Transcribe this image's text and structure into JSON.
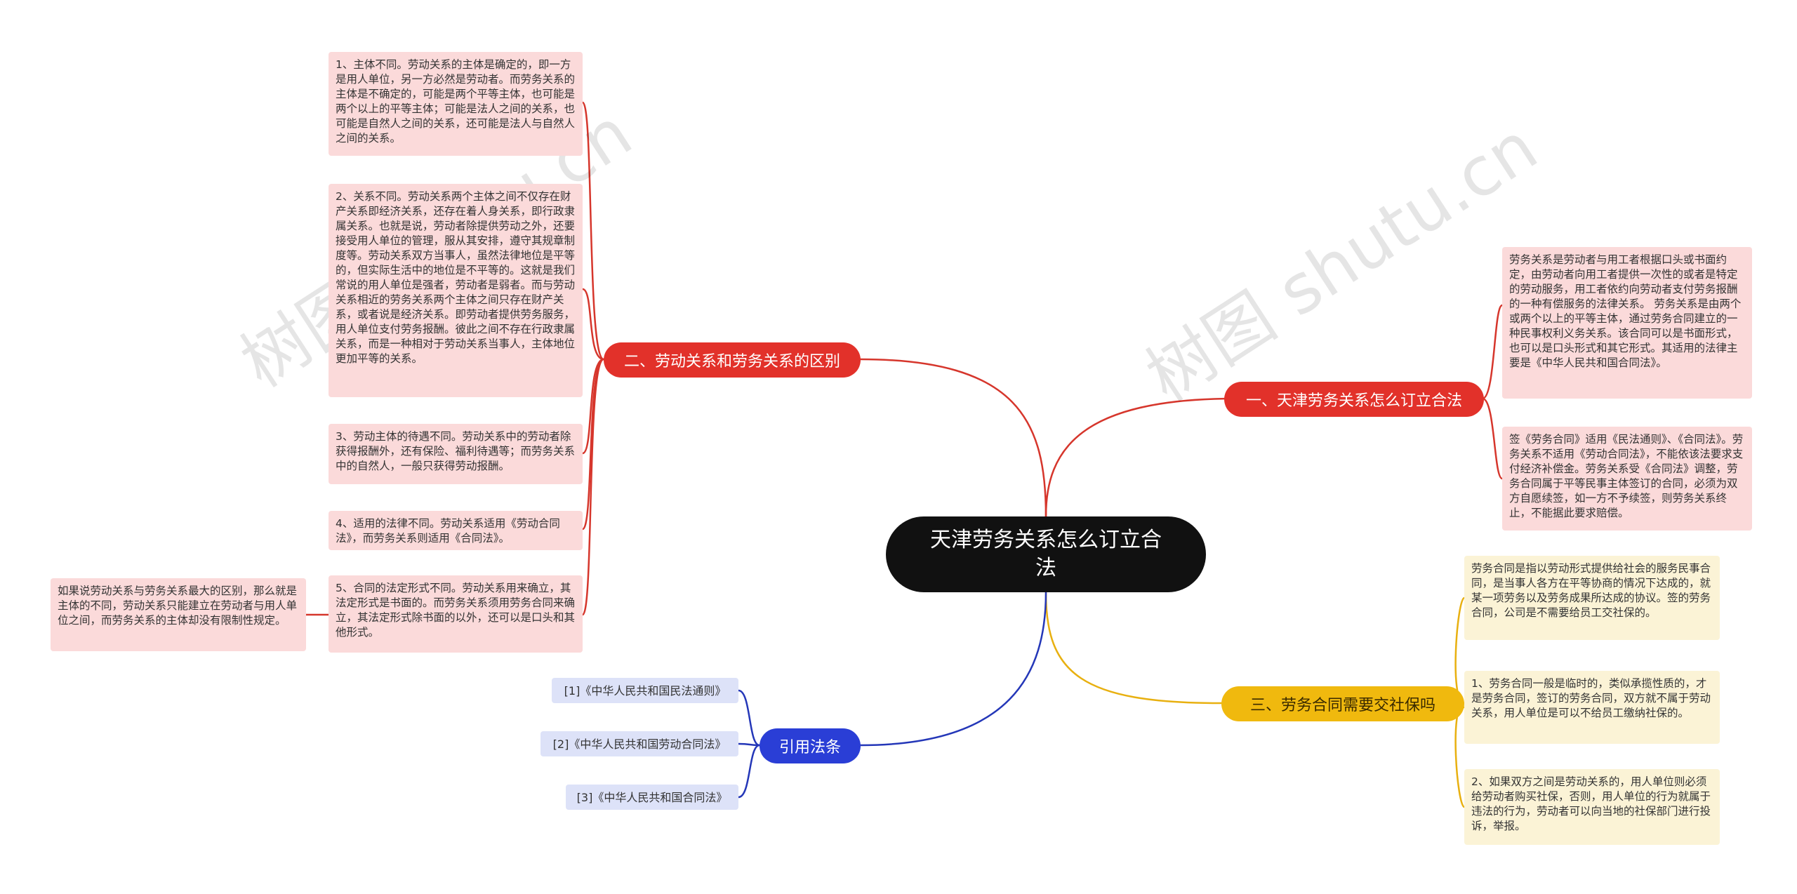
{
  "central": {
    "title": "天津劳务关系怎么订立合法"
  },
  "watermarks": [
    "树图 shutu.cn",
    "树图 shutu.cn"
  ],
  "branches": [
    {
      "label": "一、天津劳务关系怎么订立合法",
      "color": "#e2312a",
      "children": [
        "劳务关系是劳动者与用工者根据口头或书面约定，由劳动者向用工者提供一次性的或者是特定的劳动服务，用工者依约向劳动者支付劳务报酬的一种有偿服务的法律关系。 劳务关系是由两个或两个以上的平等主体，通过劳务合同建立的一种民事权利义务关系。该合同可以是书面形式，也可以是口头形式和其它形式。其适用的法律主要是《中华人民共和国合同法》。",
        "签《劳务合同》适用《民法通则》、《合同法》。劳务关系不适用《劳动合同法》，不能依该法要求支付经济补偿金。劳务关系受《合同法》调整，劳务合同属于平等民事主体签订的合同，必须为双方自愿续签，如一方不予续签，则劳务关系终止，不能据此要求赔偿。"
      ]
    },
    {
      "label": "二、劳动关系和劳务关系的区别",
      "color": "#e2312a",
      "children": [
        "1、主体不同。劳动关系的主体是确定的，即一方是用人单位，另一方必然是劳动者。而劳务关系的主体是不确定的，可能是两个平等主体，也可能是两个以上的平等主体；可能是法人之间的关系，也可能是自然人之间的关系，还可能是法人与自然人之间的关系。",
        "2、关系不同。劳动关系两个主体之间不仅存在财产关系即经济关系，还存在着人身关系，即行政隶属关系。也就是说，劳动者除提供劳动之外，还要接受用人单位的管理，服从其安排，遵守其规章制度等。劳动关系双方当事人，虽然法律地位是平等的，但实际生活中的地位是不平等的。这就是我们常说的用人单位是强者，劳动者是弱者。而与劳动关系相近的劳务关系两个主体之间只存在财产关系，或者说是经济关系。即劳动者提供劳务服务，用人单位支付劳务报酬。彼此之间不存在行政隶属关系，而是一种相对于劳动关系当事人，主体地位更加平等的关系。",
        "3、劳动主体的待遇不同。劳动关系中的劳动者除获得报酬外，还有保险、福利待遇等；而劳务关系中的自然人，一般只获得劳动报酬。",
        "4、适用的法律不同。劳动关系适用《劳动合同法》，而劳务关系则适用《合同法》。",
        "5、合同的法定形式不同。劳动关系用来确立，其法定形式是书面的。而劳务关系须用劳务合同来确立，其法定形式除书面的以外，还可以是口头和其他形式。"
      ],
      "sub_note": "如果说劳动关系与劳务关系最大的区别，那么就是主体的不同，劳动关系只能建立在劳动者与用人单位之间，而劳务关系的主体却没有限制性规定。"
    },
    {
      "label": "三、劳务合同需要交社保吗",
      "color": "#f0b90e",
      "children": [
        "劳务合同是指以劳动形式提供给社会的服务民事合同，是当事人各方在平等协商的情况下达成的，就某一项劳务以及劳务成果所达成的协议。签的劳务合同，公司是不需要给员工交社保的。",
        "1、劳务合同一般是临时的，类似承揽性质的，才是劳务合同，签订的劳务合同，双方就不属于劳动关系，用人单位是可以不给员工缴纳社保的。",
        "2、如果双方之间是劳动关系的，用人单位则必须给劳动者购买社保，否则，用人单位的行为就属于违法的行为，劳动者可以向当地的社保部门进行投诉，举报。"
      ]
    },
    {
      "label": "引用法条",
      "color": "#2a3ed6",
      "children": [
        "[1]《中华人民共和国民法通则》",
        "[2]《中华人民共和国劳动合同法》",
        "[3]《中华人民共和国合同法》"
      ]
    }
  ]
}
